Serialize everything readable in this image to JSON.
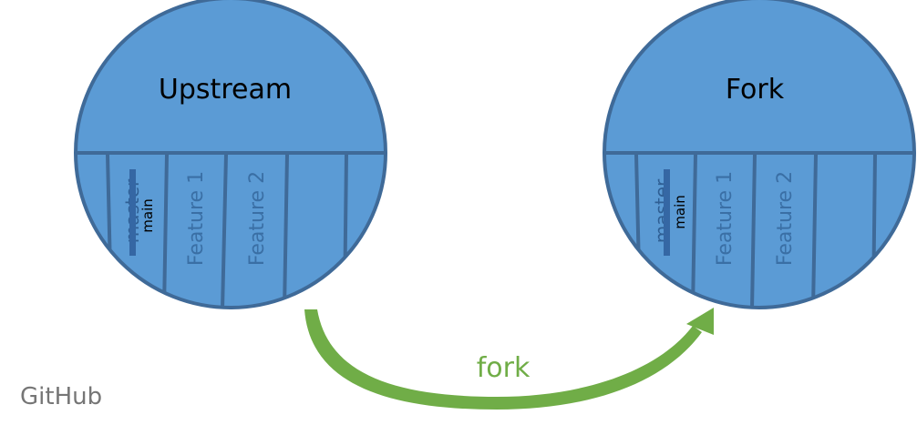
{
  "platform": "GitHub",
  "action": "fork",
  "repos": [
    {
      "title": "Upstream",
      "default_branch": {
        "old_name": "master",
        "new_name": "main"
      },
      "branches": [
        "Feature 1",
        "Feature 2"
      ]
    },
    {
      "title": "Fork",
      "default_branch": {
        "old_name": "master",
        "new_name": "main"
      },
      "branches": [
        "Feature 1",
        "Feature 2"
      ]
    }
  ],
  "colors": {
    "repo_fill": "#5b9bd5",
    "repo_stroke": "#3f6a98",
    "branch_text": "#3a6fa5",
    "arrow": "#70ad47",
    "platform_text": "#767676"
  }
}
